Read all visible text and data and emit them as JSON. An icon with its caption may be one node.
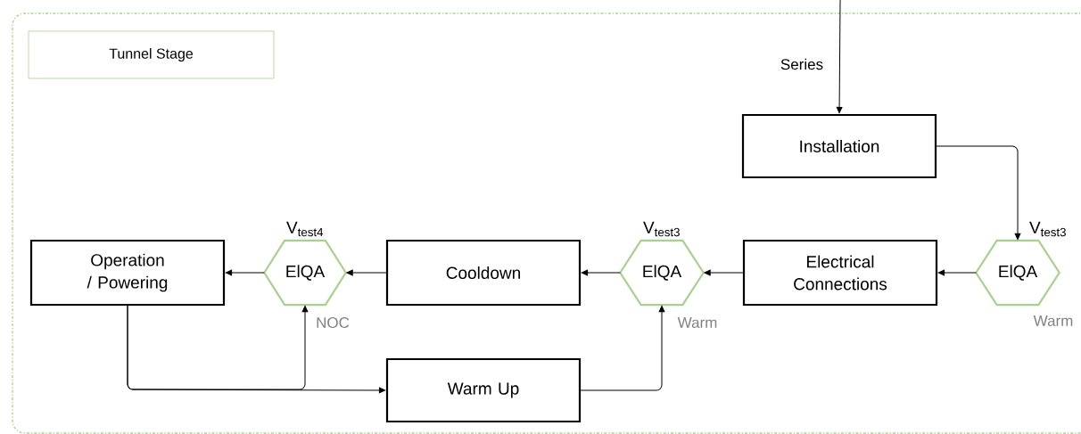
{
  "diagram": {
    "nodes": [
      {
        "text": [],
        "shape": "box"
      },
      {
        "text": [
          "Tunnel Stage"
        ],
        "in": 0
      },
      {
        "text": [
          "Installation"
        ],
        "in": 0
      },
      {
        "text": [
          "ElQA"
        ],
        "beside": [
          "V$_{test3}$",
          "Warm"
        ],
        "in": 0
      },
      {
        "text": [
          "Electrical Connections"
        ],
        "in": 0
      },
      {
        "text": [
          "ElQA"
        ],
        "beside": [
          "V$_{test3}$",
          "Warm"
        ],
        "in": 0
      },
      {
        "text": [
          "Cooldown"
        ],
        "in": 0
      },
      {
        "text": [
          "ElQA"
        ],
        "beside": [
          "V$_{test4}$",
          "NOC"
        ],
        "in": 0
      },
      {
        "text": [
          "Operation / Powering"
        ],
        "in": 0
      },
      {
        "text": [
          "Warm Up"
        ],
        "in": 0
      }
    ],
    "edges": [
      {
        "from": null,
        "to": 2,
        "arrow": "to",
        "label": "Series"
      },
      {
        "from": 2,
        "to": 3,
        "arrow": "to"
      },
      {
        "from": 3,
        "to": 4,
        "arrow": "to"
      },
      {
        "from": 4,
        "to": 5,
        "arrow": "to"
      },
      {
        "from": 5,
        "to": 6,
        "arrow": "to"
      },
      {
        "from": 6,
        "to": 7,
        "arrow": "to"
      },
      {
        "from": 7,
        "to": 8,
        "arrow": "to"
      },
      {
        "from": 8,
        "to": 9,
        "arrow": "to"
      },
      {
        "from": 8,
        "to": 7,
        "arrow": "to"
      },
      {
        "from": 9,
        "to": 5,
        "arrow": "to"
      }
    ]
  }
}
